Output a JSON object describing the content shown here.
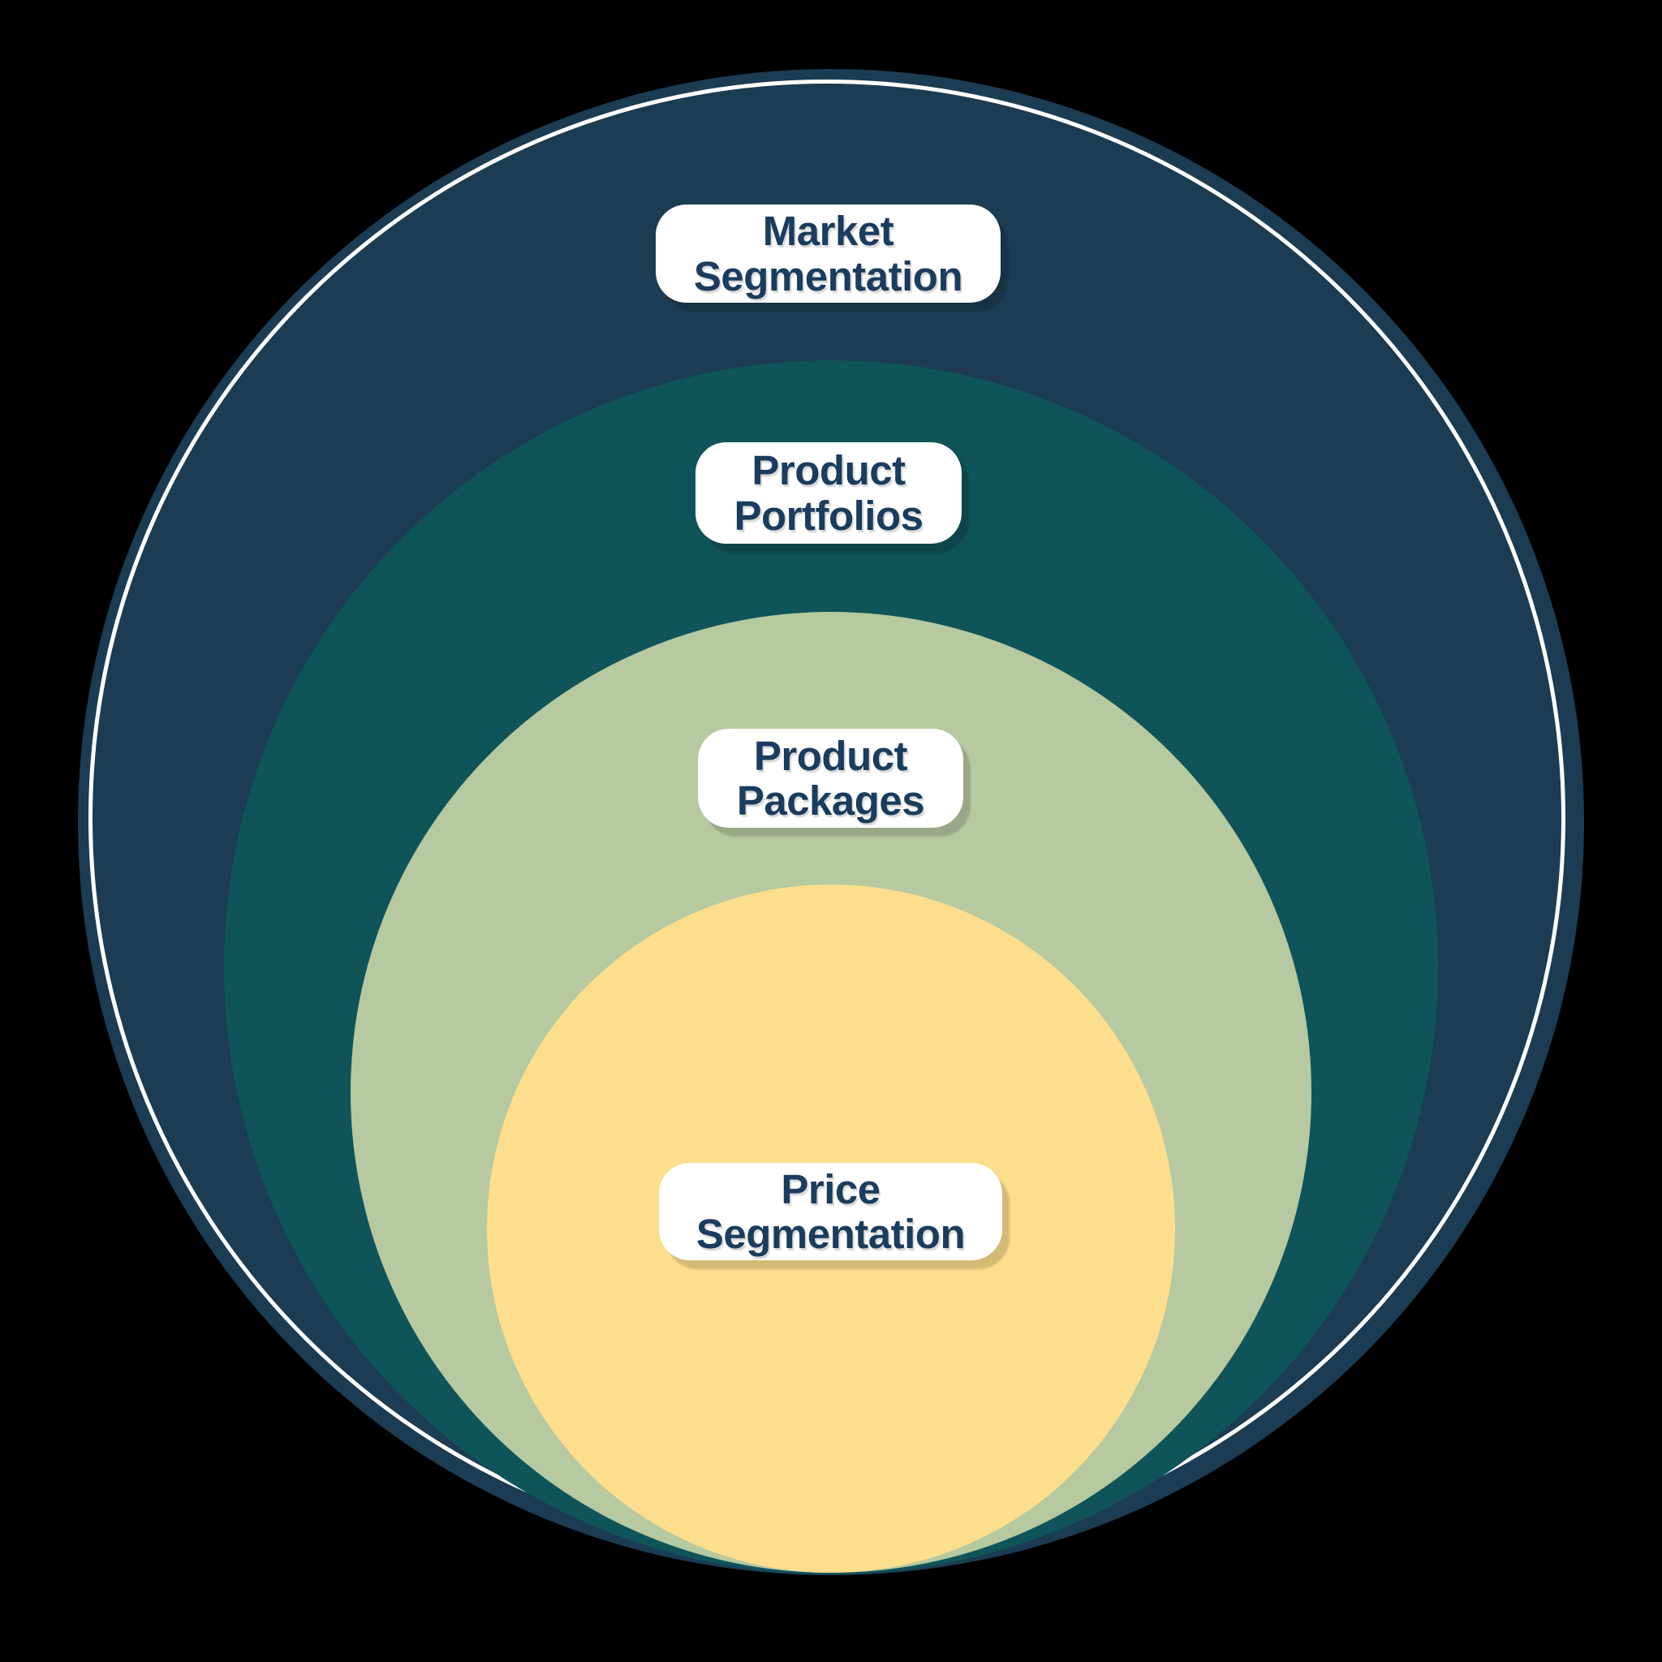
{
  "diagram": {
    "type": "concentric-onion",
    "background_color": "#000000",
    "outer_ring_stroke_color": "#FFFFFF",
    "label_bg_color": "#FFFFFF",
    "label_text_color": "#1A3C5E",
    "rings": [
      {
        "label": "Market Segmentation",
        "lines": [
          "Market",
          "Segmentation"
        ],
        "color": "#1B3C52"
      },
      {
        "label": "Product Portfolios",
        "lines": [
          "Product",
          "Portfolios"
        ],
        "color": "#0F5459"
      },
      {
        "label": "Product Packages",
        "lines": [
          "Product",
          "Packages"
        ],
        "color": "#B6C9A0"
      },
      {
        "label": "Price Segmentation",
        "lines": [
          "Price",
          "Segmentation"
        ],
        "color": "#FDDE8D"
      }
    ]
  }
}
